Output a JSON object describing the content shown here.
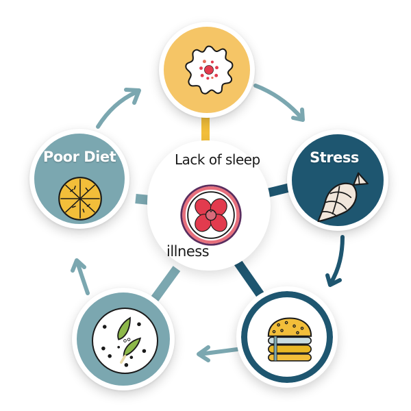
{
  "diagram": {
    "type": "cycle",
    "center": {
      "labels": {
        "top": "Lack of sleep",
        "bottom": "illness"
      },
      "icon": "flower-icon"
    },
    "nodes": [
      {
        "id": "top",
        "label": "",
        "icon": "virus-icon",
        "fill": "#F5C566"
      },
      {
        "id": "right",
        "label": "Stress",
        "icon": "turnip-icon",
        "fill": "#1E5670"
      },
      {
        "id": "bottom-right",
        "label": "",
        "icon": "burger-icon",
        "fill": "#ffffff",
        "ring": "#1E5670"
      },
      {
        "id": "bottom-left",
        "label": "",
        "icon": "seeds-dish-icon",
        "fill": "#7BA7B0"
      },
      {
        "id": "left",
        "label": "Poor Diet",
        "icon": "citrus-slice-icon",
        "fill": "#7BA7B0"
      }
    ],
    "arrows": [
      {
        "from": "left",
        "to": "top",
        "color": "#7BA7B0"
      },
      {
        "from": "top",
        "to": "right",
        "color": "#7BA7B0"
      },
      {
        "from": "right",
        "to": "bottom-right",
        "color": "#1E5670"
      },
      {
        "from": "bottom-right",
        "to": "bottom-left",
        "color": "#7BA7B0"
      },
      {
        "from": "bottom-left",
        "to": "left",
        "color": "#7BA7B0"
      }
    ],
    "colors": {
      "yellow": "#F5C566",
      "dark_teal": "#1E5670",
      "light_teal": "#7BA7B0",
      "red": "#E23B4E",
      "pink": "#E76F7C",
      "purple": "#5A2D5E"
    }
  }
}
